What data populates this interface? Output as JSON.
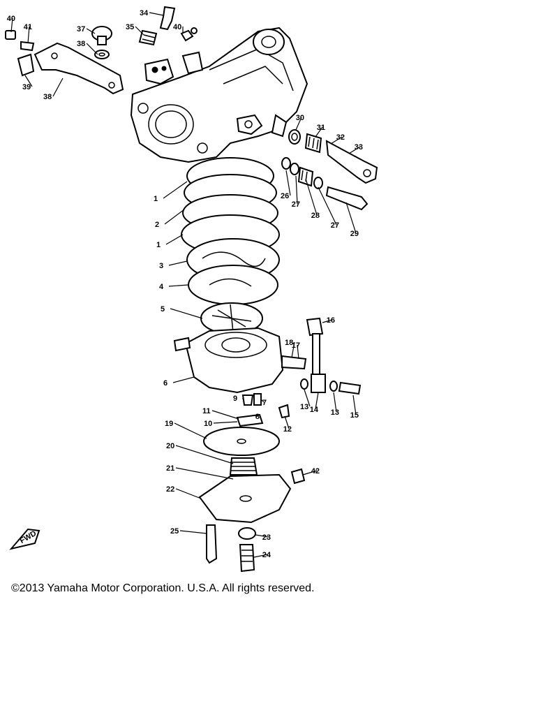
{
  "copyright": "©2013 Yamaha Motor Corporation. U.S.A. All rights reserved.",
  "fwd_label": "FWD",
  "callouts": [
    "40",
    "41",
    "39",
    "38",
    "37",
    "38",
    "35",
    "34",
    "40",
    "30",
    "31",
    "32",
    "33",
    "26",
    "27",
    "28",
    "27",
    "29",
    "1",
    "2",
    "1",
    "3",
    "4",
    "5",
    "16",
    "18",
    "17",
    "6",
    "9",
    "7",
    "11",
    "8",
    "10",
    "13",
    "14",
    "13",
    "15",
    "12",
    "19",
    "20",
    "21",
    "42",
    "22",
    "25",
    "23",
    "24"
  ]
}
